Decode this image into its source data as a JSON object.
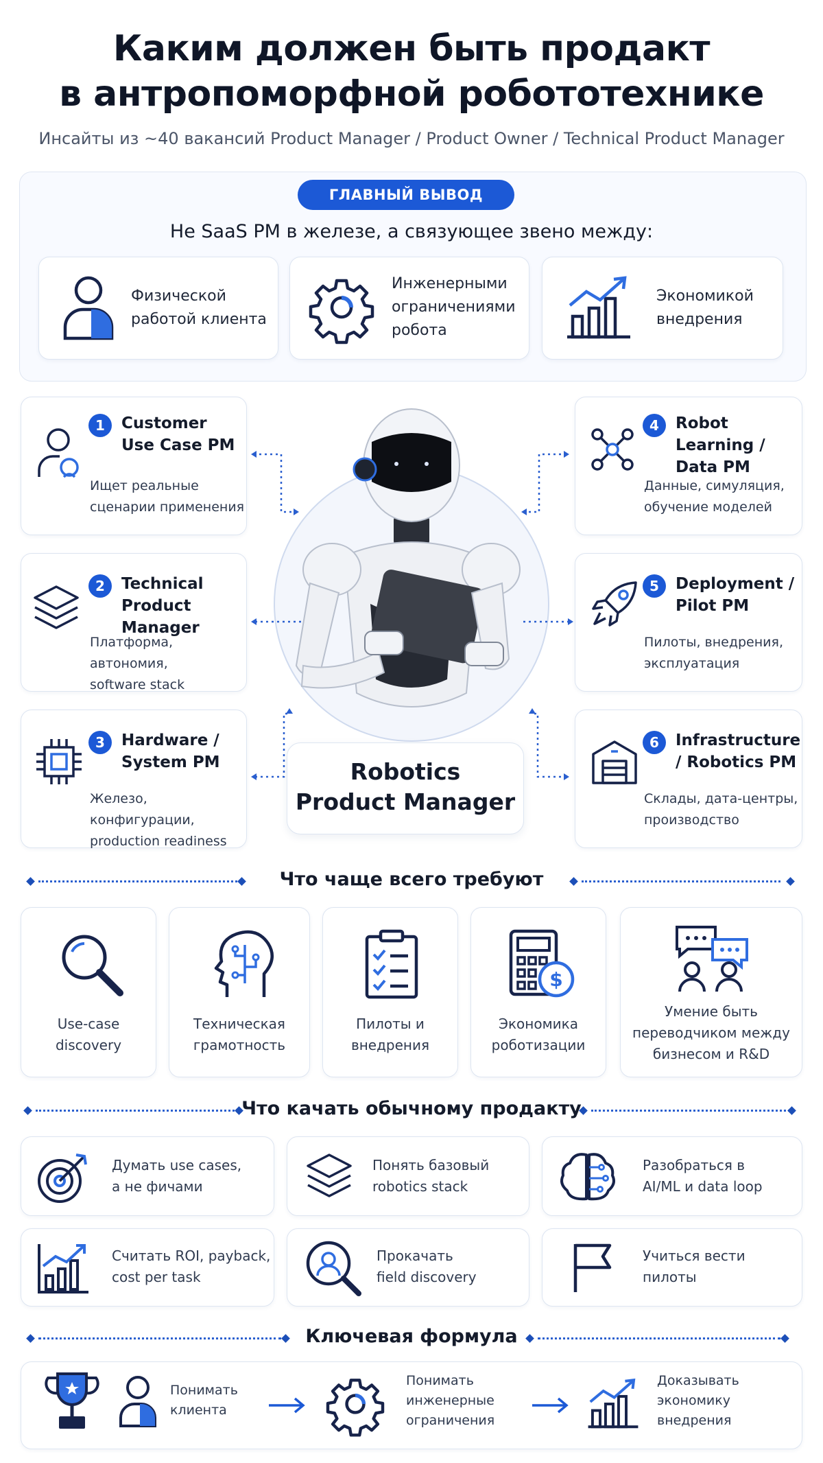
{
  "header": {
    "title_line1": "Каким должен быть продакт",
    "title_line2": "в антропоморфной робототехнике",
    "subtitle": "Инсайты из ~40 вакансий Product Manager / Product Owner / Technical Product Manager"
  },
  "main_conclusion": {
    "badge": "ГЛАВНЫЙ ВЫВОД",
    "lead": "Не SaaS PM в железе, а связующее звено между:",
    "items": [
      {
        "line1": "Физической",
        "line2": "работой клиента",
        "icon": "person-icon"
      },
      {
        "line1": "Инженерными",
        "line2": "ограничениями",
        "line3": "робота",
        "icon": "gear-icon"
      },
      {
        "line1": "Экономикой",
        "line2": "внедрения",
        "icon": "growth-chart-icon"
      }
    ]
  },
  "roles": [
    {
      "num": "1",
      "name1": "Customer",
      "name2": "Use Case PM",
      "desc1": "Ищет реальные",
      "desc2": "сценарии применения",
      "icon": "user-icon"
    },
    {
      "num": "2",
      "name1": "Technical",
      "name2": "Product Manager",
      "desc1": "Платформа, автономия,",
      "desc2": "software stack",
      "icon": "layers-icon"
    },
    {
      "num": "3",
      "name1": "Hardware /",
      "name2": "System PM",
      "desc1": "Железо, конфигурации,",
      "desc2": "production readiness",
      "icon": "chip-icon"
    },
    {
      "num": "4",
      "name1": "Robot Learning /",
      "name2": "Data PM",
      "desc1": "Данные, симуляция,",
      "desc2": "обучение моделей",
      "icon": "network-icon"
    },
    {
      "num": "5",
      "name1": "Deployment /",
      "name2": "Pilot PM",
      "desc1": "Пилоты, внедрения,",
      "desc2": "эксплуатация",
      "icon": "rocket-icon"
    },
    {
      "num": "6",
      "name1": "Infrastructure",
      "name2": "/ Robotics PM",
      "desc1": "Склады, дата-центры,",
      "desc2": "производство",
      "icon": "warehouse-icon"
    }
  ],
  "center": {
    "line1": "Robotics",
    "line2": "Product Manager"
  },
  "requirements": {
    "heading": "Что чаще всего требуют",
    "items": [
      {
        "line1": "Use-case",
        "line2": "discovery",
        "icon": "magnifier-icon"
      },
      {
        "line1": "Техническая",
        "line2": "грамотность",
        "icon": "brain-circuit-icon"
      },
      {
        "line1": "Пилоты и",
        "line2": "внедрения",
        "icon": "checklist-icon"
      },
      {
        "line1": "Экономика",
        "line2": "роботизации",
        "icon": "calculator-icon"
      },
      {
        "line1": "Умение быть",
        "line2": "переводчиком между",
        "line3": "бизнесом и R&D",
        "icon": "chat-people-icon"
      }
    ]
  },
  "skills": {
    "heading": "Что качать обычному продакту",
    "items": [
      {
        "line1": "Думать use cases,",
        "line2": "а не фичами",
        "icon": "target-icon"
      },
      {
        "line1": "Понять базовый",
        "line2": "robotics stack",
        "icon": "layers-icon"
      },
      {
        "line1": "Разобраться в",
        "line2": "AI/ML и data loop",
        "icon": "brain-icon"
      },
      {
        "line1": "Считать ROI, payback,",
        "line2": "cost per task",
        "icon": "chart-icon"
      },
      {
        "line1": "Прокачать",
        "line2": "field discovery",
        "icon": "search-user-icon"
      },
      {
        "line1": "Учиться вести",
        "line2": "пилоты",
        "icon": "flag-icon"
      }
    ]
  },
  "formula": {
    "heading": "Ключевая формула",
    "items": [
      {
        "line1": "Понимать",
        "line2": "клиента",
        "icon": "person-icon"
      },
      {
        "line1": "Понимать",
        "line2": "инженерные",
        "line3": "ограничения",
        "icon": "gear-icon"
      },
      {
        "line1": "Доказывать",
        "line2": "экономику",
        "line3": "внедрения",
        "icon": "growth-chart-icon"
      }
    ]
  },
  "colors": {
    "accent": "#1c59d6",
    "navy": "#17234a",
    "text": "#141b2b"
  }
}
